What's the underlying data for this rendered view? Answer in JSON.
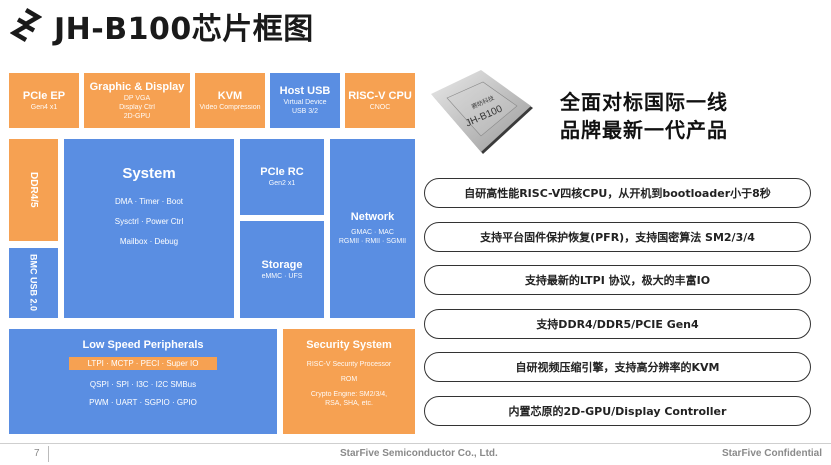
{
  "slide": {
    "title": "JH-B100芯片框图",
    "page_number": "7",
    "company": "StarFive Semiconductor Co., Ltd.",
    "confidential": "StarFive Confidential"
  },
  "colors": {
    "orange": "#f6a152",
    "blue": "#5a8ee2"
  },
  "blocks": {
    "pcie_ep": {
      "title": "PCIe EP",
      "sub": "Gen4 x1"
    },
    "graphic": {
      "title": "Graphic & Display",
      "lines": [
        "DP VGA",
        "Display Ctrl",
        "2D-GPU"
      ]
    },
    "kvm": {
      "title": "KVM",
      "sub": "Video Compression"
    },
    "host_usb": {
      "title": "Host USB",
      "lines": [
        "Virtual Device",
        "USB 3/2"
      ]
    },
    "riscv": {
      "title": "RISC-V CPU",
      "sub": "CNOC"
    },
    "ddr": {
      "title": "DDR4/5"
    },
    "bmc_usb": {
      "title": "BMC USB 2.0"
    },
    "system": {
      "title": "System",
      "lines": [
        "DMA · Timer · Boot",
        "Sysctrl · Power Ctrl",
        "Mailbox · Debug"
      ]
    },
    "pcie_rc": {
      "title": "PCIe RC",
      "sub": "Gen2 x1"
    },
    "storage": {
      "title": "Storage",
      "sub": "eMMC · UFS"
    },
    "network": {
      "title": "Network",
      "lines": [
        "GMAC · MAC",
        "RGMII · RMII · SGMII"
      ]
    },
    "low_speed": {
      "title": "Low Speed Peripherals",
      "io": "LTPI · MCTP · PECI · Super IO",
      "lines": [
        "QSPI · SPI · I3C · I2C SMBus",
        "PWM · UART · SGPIO · GPIO"
      ]
    },
    "security": {
      "title": "Security System",
      "lines": [
        "RISC-V Security Processor",
        "ROM",
        "Crypto Engine: SM2/3/4,",
        "RSA, SHA, etc."
      ]
    }
  },
  "chip": {
    "label": "JH-B100",
    "brand": "赛昉科技"
  },
  "headline": [
    "全面对标国际一线",
    "品牌最新一代产品"
  ],
  "features": [
    "自研高性能RISC-V四核CPU，从开机到bootloader小于8秒",
    "支持平台固件保护恢复(PFR)，支持国密算法 SM2/3/4",
    "支持最新的LTPI 协议，极大的丰富IO",
    "支持DDR4/DDR5/PCIE Gen4",
    "自研视频压缩引擎，支持高分辨率的KVM",
    "内置芯原的2D-GPU/Display Controller"
  ]
}
